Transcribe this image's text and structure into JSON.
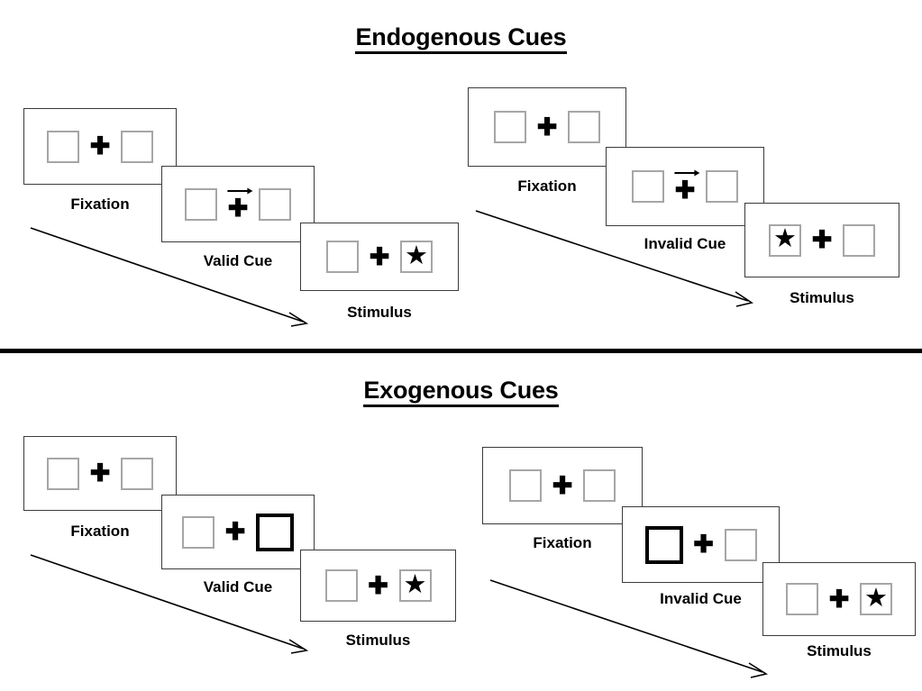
{
  "figure": {
    "title_top": "Endogenous Cues",
    "title_bottom": "Exogenous Cues",
    "background_color": "#ffffff",
    "line_color": "#3b3b3b",
    "placeholder_border_color": "#a6a6a6",
    "cue_highlight_color": "#000000"
  },
  "glyphs": {
    "cross": "✚",
    "star": "★"
  },
  "sections": [
    {
      "id": "endogenous",
      "title": "Endogenous Cues",
      "sequences": [
        {
          "id": "endogenous-valid",
          "panels": [
            {
              "caption": "Fixation",
              "left_content": "empty",
              "right_content": "empty",
              "cue": "none"
            },
            {
              "caption": "Valid Cue",
              "left_content": "empty",
              "right_content": "empty",
              "cue": "arrow-right"
            },
            {
              "caption": "Stimulus",
              "left_content": "empty",
              "right_content": "star",
              "cue": "none"
            }
          ]
        },
        {
          "id": "endogenous-invalid",
          "panels": [
            {
              "caption": "Fixation",
              "left_content": "empty",
              "right_content": "empty",
              "cue": "none"
            },
            {
              "caption": "Invalid Cue",
              "left_content": "empty",
              "right_content": "empty",
              "cue": "arrow-right"
            },
            {
              "caption": "Stimulus",
              "left_content": "star",
              "right_content": "empty",
              "cue": "none"
            }
          ]
        }
      ]
    },
    {
      "id": "exogenous",
      "title": "Exogenous Cues",
      "sequences": [
        {
          "id": "exogenous-valid",
          "panels": [
            {
              "caption": "Fixation",
              "left_content": "empty",
              "right_content": "empty",
              "cue": "none"
            },
            {
              "caption": "Valid Cue",
              "left_content": "empty",
              "right_content": "bold-box",
              "cue": "none"
            },
            {
              "caption": "Stimulus",
              "left_content": "empty",
              "right_content": "star",
              "cue": "none"
            }
          ]
        },
        {
          "id": "exogenous-invalid",
          "panels": [
            {
              "caption": "Fixation",
              "left_content": "empty",
              "right_content": "empty",
              "cue": "none"
            },
            {
              "caption": "Invalid Cue",
              "left_content": "bold-box",
              "right_content": "empty",
              "cue": "none"
            },
            {
              "caption": "Stimulus",
              "left_content": "empty",
              "right_content": "star",
              "cue": "none"
            }
          ]
        }
      ]
    }
  ],
  "labels": {
    "fixation": "Fixation",
    "valid_cue": "Valid Cue",
    "invalid_cue": "Invalid Cue",
    "stimulus": "Stimulus"
  }
}
